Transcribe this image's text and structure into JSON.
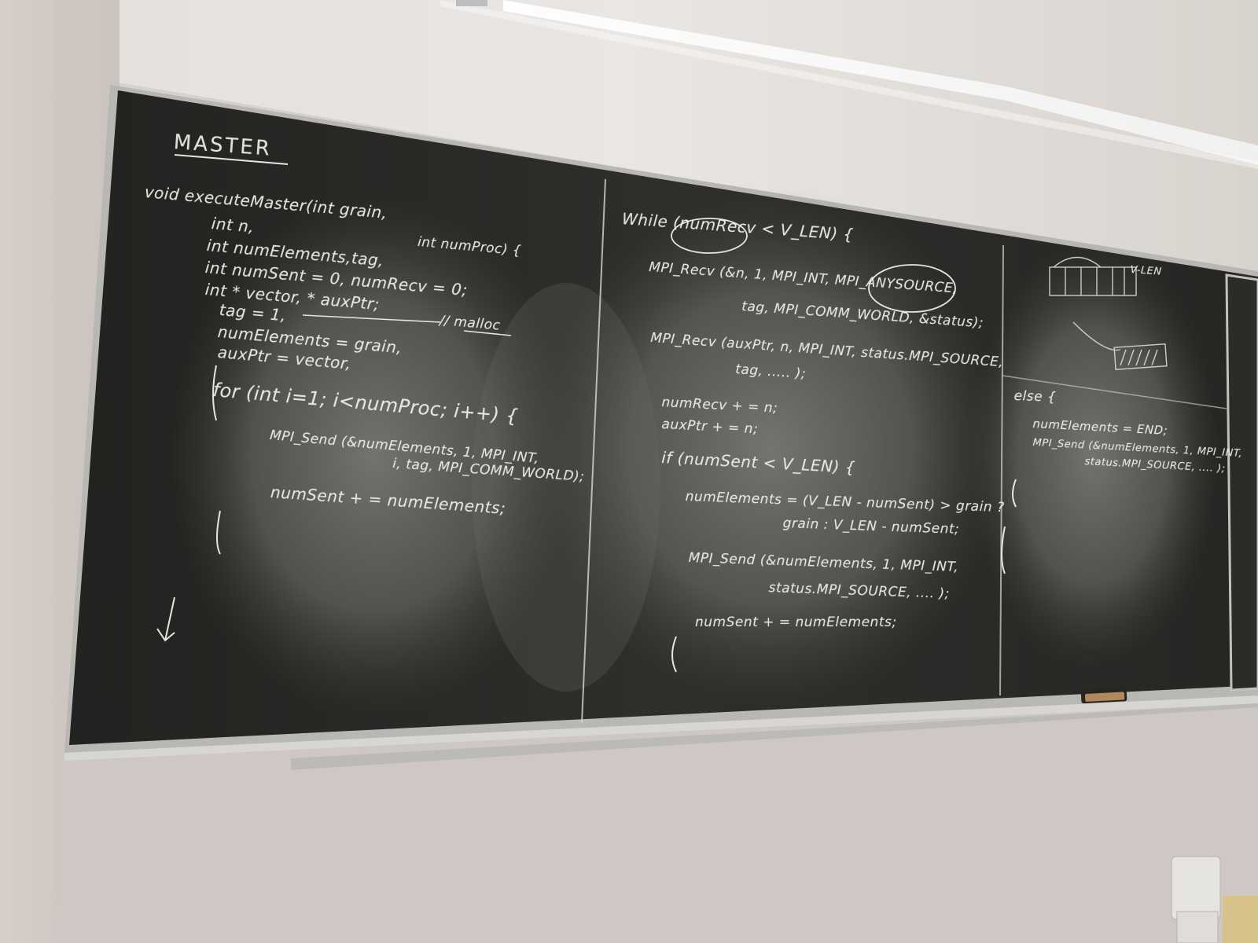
{
  "board": {
    "title": "MASTER",
    "left_panel": {
      "lines": [
        "void   executeMaster(int grain,",
        "int n,",
        "int numElements,tag,",
        "int numSent = 0, numRecv = 0;",
        "int * vector, * auxPtr;",
        "tag = 1,",
        "numElements = grain,",
        "auxPtr = vector,",
        "for (int i=1; i<numProc; i++) {",
        "MPI_Send (&numElements, 1, MPI_INT,",
        "i, tag, MPI_COMM_WORLD);",
        "numSent + = numElements;"
      ],
      "param_extra": "int numProc) {",
      "comment": "// malloc"
    },
    "middle_panel": {
      "lines": [
        "While (numRecv < V_LEN) {",
        "MPI_Recv (&n, 1, MPI_INT, MPI_ANYSOURCE,",
        "tag, MPI_COMM_WORLD, &status);",
        "MPI_Recv (auxPtr, n, MPI_INT, status.MPI_SOURCE,",
        "tag, ..... );",
        "numRecv + = n;",
        "auxPtr + = n;",
        "if (numSent < V_LEN) {",
        "numElements = (V_LEN - numSent) > grain ?",
        "grain : V_LEN - numSent;",
        "MPI_Send (&numElements, 1, MPI_INT,",
        "status.MPI_SOURCE, .... );",
        "numSent + = numElements;"
      ]
    },
    "right_panel": {
      "sketch_label": "V-LEN",
      "lines": [
        "else {",
        "numElements = END;",
        "MPI_Send (&numElements, 1, MPI_INT,",
        "status.MPI_SOURCE, .... );"
      ]
    },
    "colors": {
      "chalkboard": "#2b2b29",
      "chalk": "#ecece6",
      "wall": "#d3cdc9",
      "frame": "#c9c9c7"
    }
  }
}
